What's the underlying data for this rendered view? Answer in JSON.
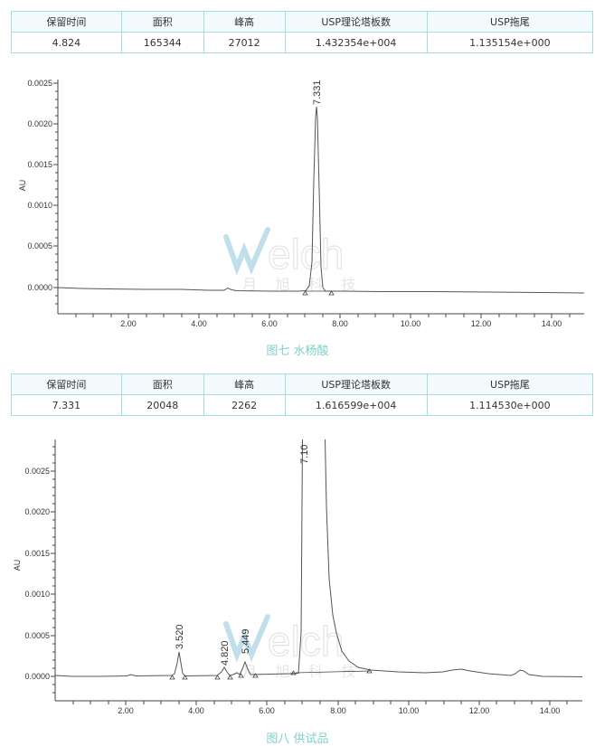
{
  "table1": {
    "headers": [
      "保留时间",
      "面积",
      "峰高",
      "USP理论塔板数",
      "USP拖尾"
    ],
    "row": [
      "4.824",
      "165344",
      "27012",
      "1.432354e+004",
      "1.135154e+000"
    ]
  },
  "table2": {
    "headers": [
      "保留时间",
      "面积",
      "峰高",
      "USP理论塔板数",
      "USP拖尾"
    ],
    "row": [
      "7.331",
      "20048",
      "2262",
      "1.616599e+004",
      "1.114530e+000"
    ]
  },
  "captions": {
    "figure7": "图七 水杨酸",
    "figure8": "图八 供试品"
  },
  "watermark": {
    "brand": "Welch",
    "cn": "月 旭 科 技"
  },
  "colors": {
    "table_border": "#a6dde0",
    "caption": "#7fcfc9",
    "trace": "#555555"
  },
  "chart_data": [
    {
      "type": "line",
      "title": "图七 水杨酸",
      "xlabel": "",
      "ylabel": "AU",
      "xlim": [
        0,
        15
      ],
      "ylim": [
        -0.0003,
        0.0025
      ],
      "xticks": [
        "2.00",
        "4.00",
        "6.00",
        "8.00",
        "10.00",
        "12.00",
        "14.00"
      ],
      "yticks": [
        "0.0000",
        "0.0005",
        "0.0010",
        "0.0015",
        "0.0020",
        "0.0025"
      ],
      "peaks": [
        {
          "rt": 7.331,
          "label": "7.331",
          "height": 0.00222
        }
      ],
      "baseline_markers": [
        6.95,
        7.75
      ],
      "grid": false
    },
    {
      "type": "line",
      "title": "图八 供试品",
      "xlabel": "",
      "ylabel": "AU",
      "xlim": [
        0,
        15
      ],
      "ylim": [
        -0.0003,
        0.0029
      ],
      "xticks": [
        "2.00",
        "4.00",
        "6.00",
        "8.00",
        "10.00",
        "12.00",
        "14.00"
      ],
      "yticks": [
        "0.0000",
        "0.0005",
        "0.0010",
        "0.0015",
        "0.0020",
        "0.0025"
      ],
      "peaks": [
        {
          "rt": 3.52,
          "label": "3.520",
          "height": 0.00028
        },
        {
          "rt": 4.82,
          "label": "4.820",
          "height": 9e-05
        },
        {
          "rt": 5.449,
          "label": "5.449",
          "height": 0.00017
        },
        {
          "rt": 7.1,
          "label": "7.10",
          "height": 0.0029,
          "note": "off-scale"
        },
        {
          "rt": 11.5,
          "label": "",
          "height": 8e-05
        },
        {
          "rt": 13.2,
          "label": "",
          "height": 8e-05
        }
      ],
      "baseline_markers": [
        3.3,
        3.7,
        4.6,
        4.95,
        5.3,
        5.7,
        6.8,
        8.9
      ],
      "grid": false
    }
  ]
}
